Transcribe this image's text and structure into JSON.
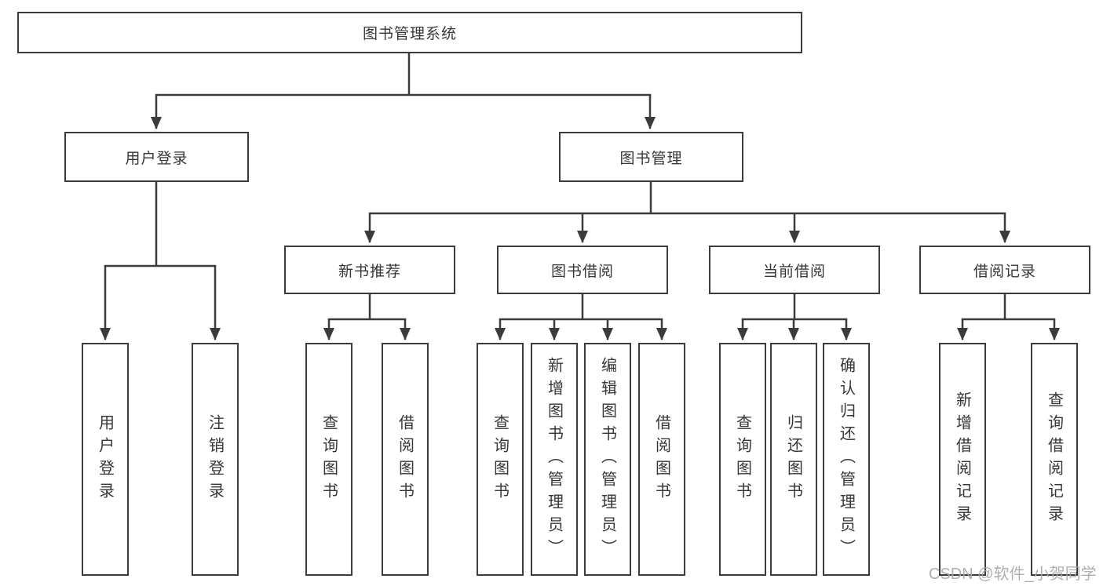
{
  "diagram": {
    "title": "图书管理系统",
    "nodes": {
      "root": {
        "label": "图书管理系统"
      },
      "user_login": {
        "label": "用户登录"
      },
      "book_management": {
        "label": "图书管理"
      },
      "new_book_recommend": {
        "label": "新书推荐"
      },
      "book_borrow": {
        "label": "图书借阅"
      },
      "current_borrow": {
        "label": "当前借阅"
      },
      "borrow_records": {
        "label": "借阅记录"
      },
      "ul_user_login": {
        "label": "用户登录"
      },
      "ul_logout": {
        "label": "注销登录"
      },
      "nb_query_books": {
        "label": "查询图书"
      },
      "nb_borrow_books": {
        "label": "借阅图书"
      },
      "bb_query_books": {
        "label": "查询图书"
      },
      "bb_add_books": {
        "label": "新增图书（管理员）"
      },
      "bb_edit_books": {
        "label": "编辑图书（管理员）"
      },
      "bb_borrow_books": {
        "label": "借阅图书"
      },
      "cb_query_books": {
        "label": "查询图书"
      },
      "cb_return_books": {
        "label": "归还图书"
      },
      "cb_confirm_return": {
        "label": "确认归还（管理员）"
      },
      "br_add_record": {
        "label": "新增借阅记录"
      },
      "br_query_record": {
        "label": "查询借阅记录"
      }
    },
    "edges": [
      [
        "图书管理系统",
        "用户登录"
      ],
      [
        "图书管理系统",
        "图书管理"
      ],
      [
        "用户登录",
        "用户登录"
      ],
      [
        "用户登录",
        "注销登录"
      ],
      [
        "图书管理",
        "新书推荐"
      ],
      [
        "图书管理",
        "图书借阅"
      ],
      [
        "图书管理",
        "当前借阅"
      ],
      [
        "图书管理",
        "借阅记录"
      ],
      [
        "新书推荐",
        "查询图书"
      ],
      [
        "新书推荐",
        "借阅图书"
      ],
      [
        "图书借阅",
        "查询图书"
      ],
      [
        "图书借阅",
        "新增图书（管理员）"
      ],
      [
        "图书借阅",
        "编辑图书（管理员）"
      ],
      [
        "图书借阅",
        "借阅图书"
      ],
      [
        "当前借阅",
        "查询图书"
      ],
      [
        "当前借阅",
        "归还图书"
      ],
      [
        "当前借阅",
        "确认归还（管理员）"
      ],
      [
        "借阅记录",
        "新增借阅记录"
      ],
      [
        "借阅记录",
        "查询借阅记录"
      ]
    ],
    "colors": {
      "line": "#3b3b3b",
      "border": "#3b3b3b",
      "text": "#363636",
      "background": "#ffffff",
      "watermark": "#a8a8a8"
    },
    "watermark": "CSDN @软件_小贺同学"
  }
}
